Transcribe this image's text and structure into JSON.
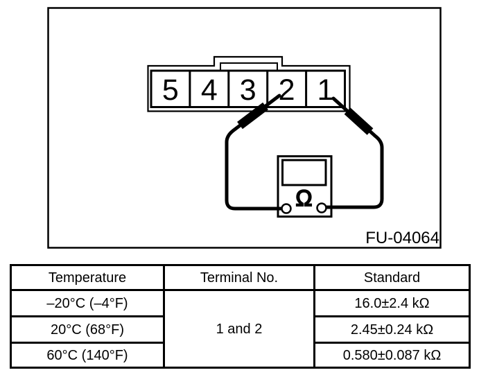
{
  "figure": {
    "caption": "FU-04064",
    "connector": {
      "terminals": [
        "5",
        "4",
        "3",
        "2",
        "1"
      ]
    },
    "meter": {
      "symbol": "Ω"
    }
  },
  "table": {
    "headers": [
      "Temperature",
      "Terminal No.",
      "Standard"
    ],
    "terminal_no": "1 and 2",
    "rows": [
      {
        "temperature": "–20°C (–4°F)",
        "standard": "16.0±2.4 kΩ"
      },
      {
        "temperature": "20°C (68°F)",
        "standard": "2.45±0.24 kΩ"
      },
      {
        "temperature": "60°C (140°F)",
        "standard": "0.580±0.087 kΩ"
      }
    ]
  },
  "colors": {
    "ink": "#000000",
    "background": "#ffffff"
  }
}
